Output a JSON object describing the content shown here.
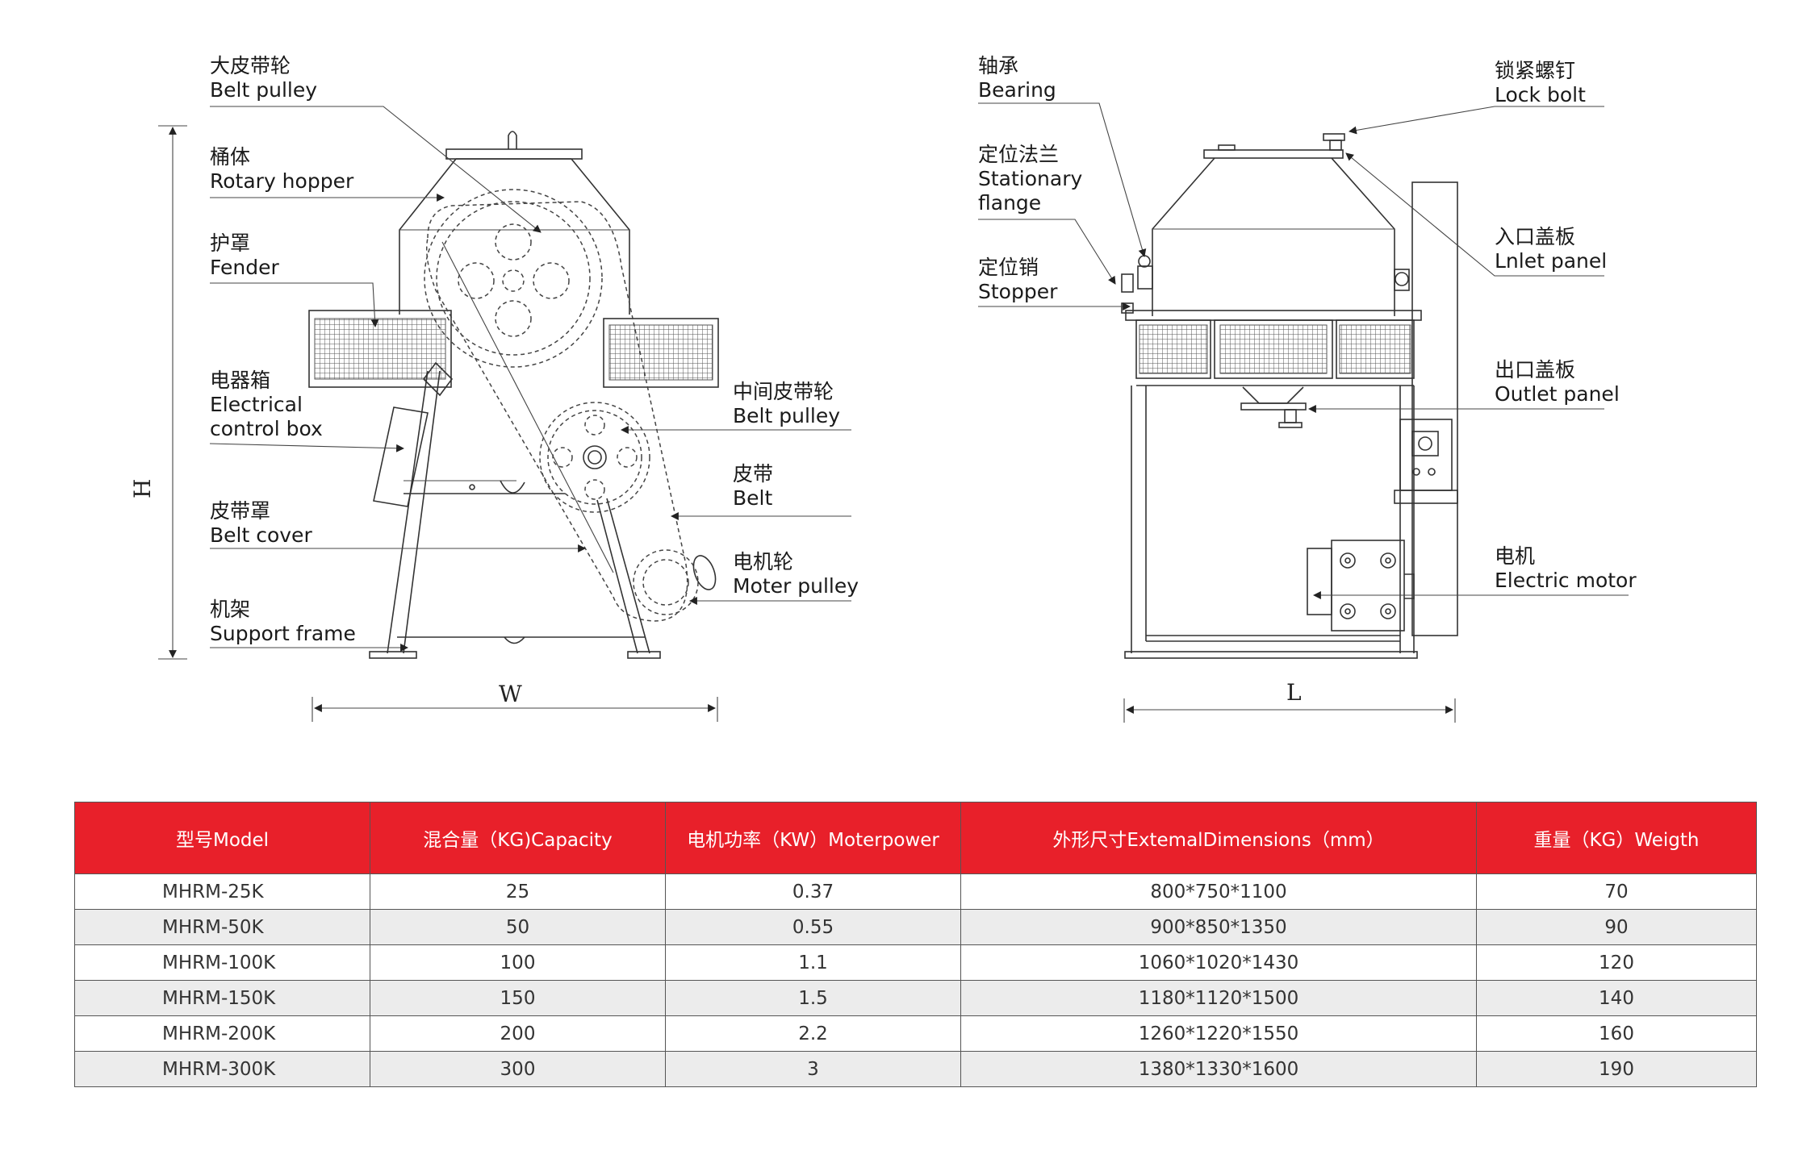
{
  "left_view": {
    "labels": [
      {
        "cn": "大皮带轮",
        "en": [
          "Belt pulley"
        ]
      },
      {
        "cn": "桶体",
        "en": [
          "Rotary hopper"
        ]
      },
      {
        "cn": "护罩",
        "en": [
          "Fender"
        ]
      },
      {
        "cn": "电器箱",
        "en": [
          "Electrical",
          "control box"
        ]
      },
      {
        "cn": "皮带罩",
        "en": [
          "Belt cover"
        ]
      },
      {
        "cn": "机架",
        "en": [
          "Support frame"
        ]
      },
      {
        "cn": "中间皮带轮",
        "en": [
          "Belt pulley"
        ]
      },
      {
        "cn": "皮带",
        "en": [
          "Belt"
        ]
      },
      {
        "cn": "电机轮",
        "en": [
          "Moter pulley"
        ]
      }
    ],
    "dim_height": "H",
    "dim_width": "W"
  },
  "right_view": {
    "labels": [
      {
        "cn": "轴承",
        "en": [
          "Bearing"
        ]
      },
      {
        "cn": "定位法兰",
        "en": [
          "Stationary",
          "flange"
        ]
      },
      {
        "cn": "定位销",
        "en": [
          "Stopper"
        ]
      },
      {
        "cn": "锁紧螺钉",
        "en": [
          "Lock bolt"
        ]
      },
      {
        "cn": "入口盖板",
        "en": [
          "Lnlet panel"
        ]
      },
      {
        "cn": "出口盖板",
        "en": [
          "Outlet panel"
        ]
      },
      {
        "cn": "电机",
        "en": [
          "Electric motor"
        ]
      }
    ],
    "dim_length": "L"
  },
  "spec_table": {
    "accent_color": "#e8202a",
    "headers": [
      "型号Model",
      "混合量（KG)Capacity",
      "电机功率（KW）Moterpower",
      "外形尺寸ExtemalDimensions（mm）",
      "重量（KG）Weigth"
    ],
    "rows": [
      [
        "MHRM-25K",
        "25",
        "0.37",
        "800*750*1100",
        "70"
      ],
      [
        "MHRM-50K",
        "50",
        "0.55",
        "900*850*1350",
        "90"
      ],
      [
        "MHRM-100K",
        "100",
        "1.1",
        "1060*1020*1430",
        "120"
      ],
      [
        "MHRM-150K",
        "150",
        "1.5",
        "1180*1120*1500",
        "140"
      ],
      [
        "MHRM-200K",
        "200",
        "2.2",
        "1260*1220*1550",
        "160"
      ],
      [
        "MHRM-300K",
        "300",
        "3",
        "1380*1330*1600",
        "190"
      ]
    ]
  }
}
